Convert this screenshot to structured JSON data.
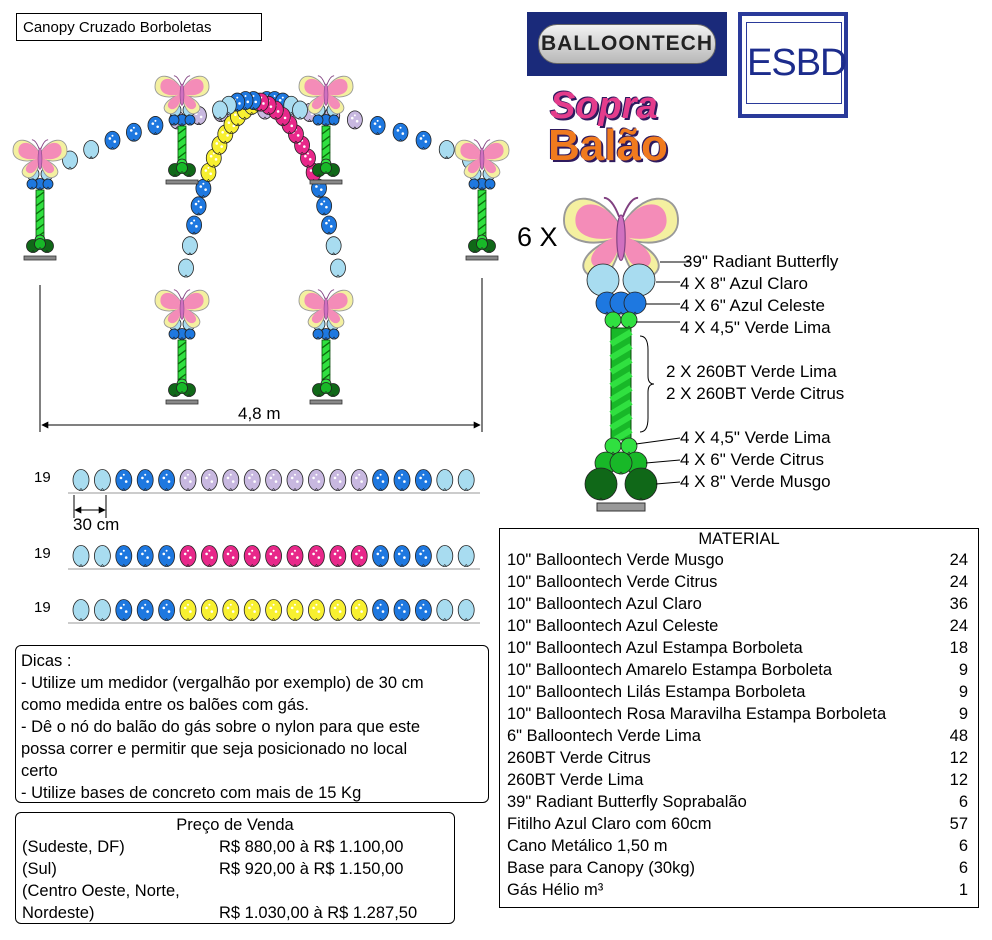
{
  "title": "Canopy Cruzado Borboletas",
  "logos": {
    "balloontech": "BALLOONTECH",
    "esbd": "ESBD",
    "sopra": "Sopra",
    "balao": "Balão"
  },
  "colors": {
    "azul_claro": "#a8dcf0",
    "azul_celeste": "#1e78e0",
    "lilas": "#c8b8e0",
    "rosa": "#e8288a",
    "amarelo": "#f8f030",
    "verde_lima": "#30e040",
    "verde_citrus": "#18b828",
    "verde_musgo": "#106818"
  },
  "canopy": {
    "width_label": "4,8 m"
  },
  "rows": {
    "spacing_label": "30 cm",
    "items": [
      {
        "count": "19",
        "pattern": [
          "azul_claro",
          "azul_claro",
          "azul_celeste",
          "azul_celeste",
          "azul_celeste",
          "lilas",
          "lilas",
          "lilas",
          "lilas",
          "lilas",
          "lilas",
          "lilas",
          "lilas",
          "lilas",
          "azul_celeste",
          "azul_celeste",
          "azul_celeste",
          "azul_claro",
          "azul_claro"
        ]
      },
      {
        "count": "19",
        "pattern": [
          "azul_claro",
          "azul_claro",
          "azul_celeste",
          "azul_celeste",
          "azul_celeste",
          "rosa",
          "rosa",
          "rosa",
          "rosa",
          "rosa",
          "rosa",
          "rosa",
          "rosa",
          "rosa",
          "azul_celeste",
          "azul_celeste",
          "azul_celeste",
          "azul_claro",
          "azul_claro"
        ]
      },
      {
        "count": "19",
        "pattern": [
          "azul_claro",
          "azul_claro",
          "azul_celeste",
          "azul_celeste",
          "azul_celeste",
          "amarelo",
          "amarelo",
          "amarelo",
          "amarelo",
          "amarelo",
          "amarelo",
          "amarelo",
          "amarelo",
          "amarelo",
          "azul_celeste",
          "azul_celeste",
          "azul_celeste",
          "azul_claro",
          "azul_claro"
        ]
      }
    ]
  },
  "column": {
    "multiplier": "6 X",
    "labels": [
      "39\" Radiant Butterfly",
      "4 X 8\" Azul Claro",
      "4 X 6\" Azul Celeste",
      "4 X 4,5\" Verde Lima",
      "2 X 260BT Verde Lima",
      "2 X 260BT Verde Citrus",
      "4 X 4,5\" Verde Lima",
      "4 X 6\" Verde Citrus",
      "4 X 8\" Verde Musgo"
    ]
  },
  "tips": {
    "lines": [
      "Dicas :",
      "- Utilize um medidor (vergalhão por exemplo) de 30 cm",
      "como medida entre os balões com gás.",
      "- Dê o nó do balão do gás sobre o nylon para que este",
      "possa correr e permitir que seja posicionado no local",
      "certo",
      "- Utilize bases de concreto com mais de 15 Kg"
    ]
  },
  "price": {
    "title": "Preço de Venda",
    "rows": [
      {
        "region": "(Sudeste, DF)",
        "value": "R$ 880,00 à R$ 1.100,00"
      },
      {
        "region": "(Sul)",
        "value": "R$ 920,00 à R$ 1.150,00"
      },
      {
        "region": "(Centro Oeste, Norte,",
        "value": ""
      },
      {
        "region": "Nordeste)",
        "value": "R$ 1.030,00 à R$ 1.287,50"
      }
    ]
  },
  "material": {
    "title": "MATERIAL",
    "items": [
      {
        "name": "10\" Balloontech Verde Musgo",
        "qty": "24"
      },
      {
        "name": "10\" Balloontech Verde Citrus",
        "qty": "24"
      },
      {
        "name": "10\" Balloontech Azul Claro",
        "qty": "36"
      },
      {
        "name": "10\" Balloontech Azul Celeste",
        "qty": "24"
      },
      {
        "name": "10\" Balloontech Azul Estampa Borboleta",
        "qty": "18"
      },
      {
        "name": "10\" Balloontech Amarelo Estampa Borboleta",
        "qty": "9"
      },
      {
        "name": "10\" Balloontech Lilás Estampa Borboleta",
        "qty": "9"
      },
      {
        "name": "10\" Balloontech Rosa Maravilha Estampa Borboleta",
        "qty": "9"
      },
      {
        "name": "6\" Balloontech Verde Lima",
        "qty": "48"
      },
      {
        "name": "260BT Verde Citrus",
        "qty": "12"
      },
      {
        "name": "260BT Verde Lima",
        "qty": "12"
      },
      {
        "name": "39\" Radiant Butterfly Soprabalão",
        "qty": "6"
      },
      {
        "name": "Fitilho Azul Claro com 60cm",
        "qty": "57"
      },
      {
        "name": "Cano Metálico 1,50 m",
        "qty": "6"
      },
      {
        "name": "Base para Canopy (30kg)",
        "qty": "6"
      },
      {
        "name": "Gás Hélio m³",
        "qty": "1"
      }
    ]
  }
}
